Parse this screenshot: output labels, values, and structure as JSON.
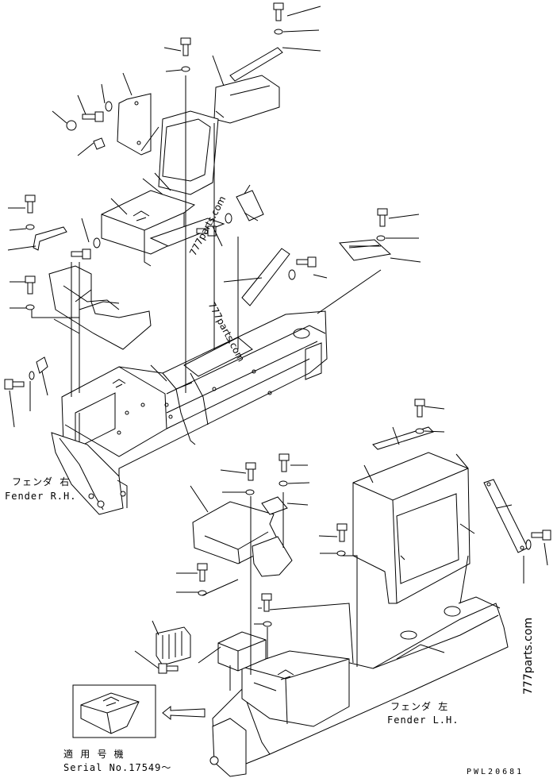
{
  "labels": {
    "fender_rh_jp": "フェンダ 右",
    "fender_rh_en": "Fender R.H.",
    "fender_lh_jp": "フェンダ 左",
    "fender_lh_en": "Fender L.H.",
    "serial_jp": "適 用 号 機",
    "serial_en": "Serial No.17549～",
    "code": "PWL20681"
  },
  "watermarks": {
    "w1": "777parts.com",
    "w2": "777parts.com",
    "w3": "777parts.com"
  }
}
